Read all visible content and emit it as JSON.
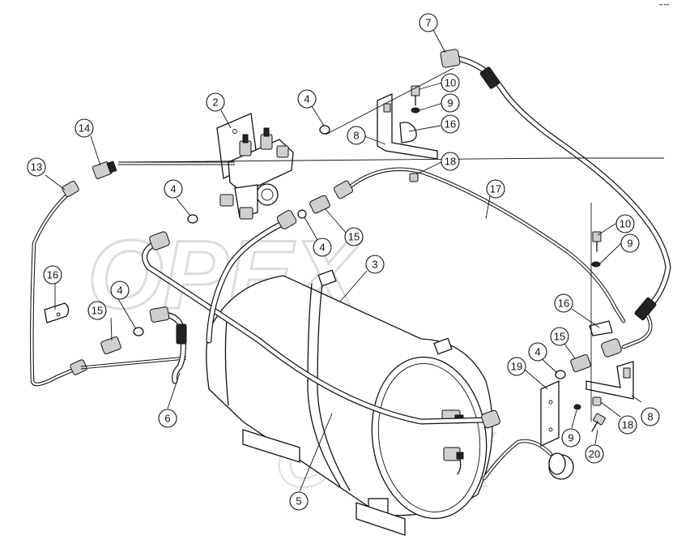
{
  "diagram": {
    "watermark_primary": "OPEX",
    "watermark_secondary": "OPEX",
    "corner_mark": "•• •••",
    "callouts": [
      {
        "id": "c1",
        "label": "7"
      },
      {
        "id": "c2",
        "label": "10"
      },
      {
        "id": "c3",
        "label": "2"
      },
      {
        "id": "c4",
        "label": "4"
      },
      {
        "id": "c5",
        "label": "9"
      },
      {
        "id": "c6",
        "label": "8"
      },
      {
        "id": "c7",
        "label": "16"
      },
      {
        "id": "c8",
        "label": "14"
      },
      {
        "id": "c9",
        "label": "18"
      },
      {
        "id": "c10",
        "label": "13"
      },
      {
        "id": "c11",
        "label": "4"
      },
      {
        "id": "c12",
        "label": "17"
      },
      {
        "id": "c13",
        "label": "15"
      },
      {
        "id": "c14",
        "label": "4"
      },
      {
        "id": "c15",
        "label": "10"
      },
      {
        "id": "c16",
        "label": "9"
      },
      {
        "id": "c17",
        "label": "16"
      },
      {
        "id": "c18",
        "label": "3"
      },
      {
        "id": "c19",
        "label": "4"
      },
      {
        "id": "c20",
        "label": "16"
      },
      {
        "id": "c21",
        "label": "15"
      },
      {
        "id": "c22",
        "label": "15"
      },
      {
        "id": "c23",
        "label": "4"
      },
      {
        "id": "c24",
        "label": "19"
      },
      {
        "id": "c25",
        "label": "6"
      },
      {
        "id": "c26",
        "label": "9"
      },
      {
        "id": "c27",
        "label": "8"
      },
      {
        "id": "c28",
        "label": "18"
      },
      {
        "id": "c29",
        "label": "20"
      },
      {
        "id": "c30",
        "label": "5"
      }
    ]
  }
}
